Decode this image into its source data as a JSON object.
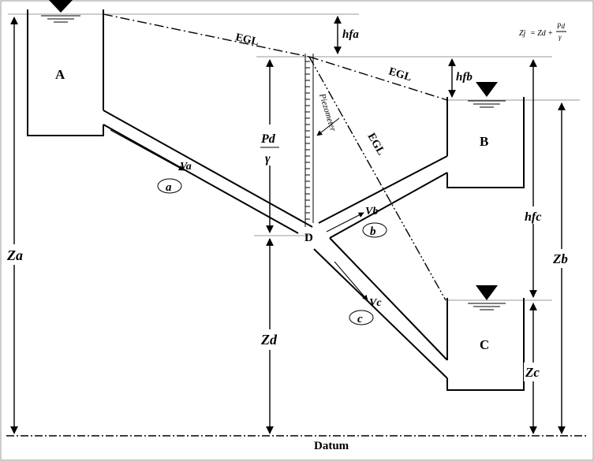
{
  "formula": {
    "lhs": "Zj",
    "rhs_prefix": "= Zd +",
    "numerator": "Pd",
    "denominator": "γ"
  },
  "reservoirs": {
    "a": "A",
    "b": "B",
    "c": "C"
  },
  "junction": "D",
  "pipes": {
    "a": {
      "label": "a",
      "velocity": "Va"
    },
    "b": {
      "label": "b",
      "velocity": "Vb"
    },
    "c": {
      "label": "c",
      "velocity": "Vc"
    }
  },
  "egl_labels": [
    "EGL",
    "EGL",
    "EGL"
  ],
  "piezometer": "Piezometer",
  "pressure_head": {
    "numerator": "Pd",
    "denominator": "γ"
  },
  "head_losses": {
    "fa": "hfa",
    "fb": "hfb",
    "fc": "hfc"
  },
  "elevations": {
    "za": "Za",
    "zb": "Zb",
    "zc": "Zc",
    "zd": "Zd"
  },
  "datum": "Datum"
}
